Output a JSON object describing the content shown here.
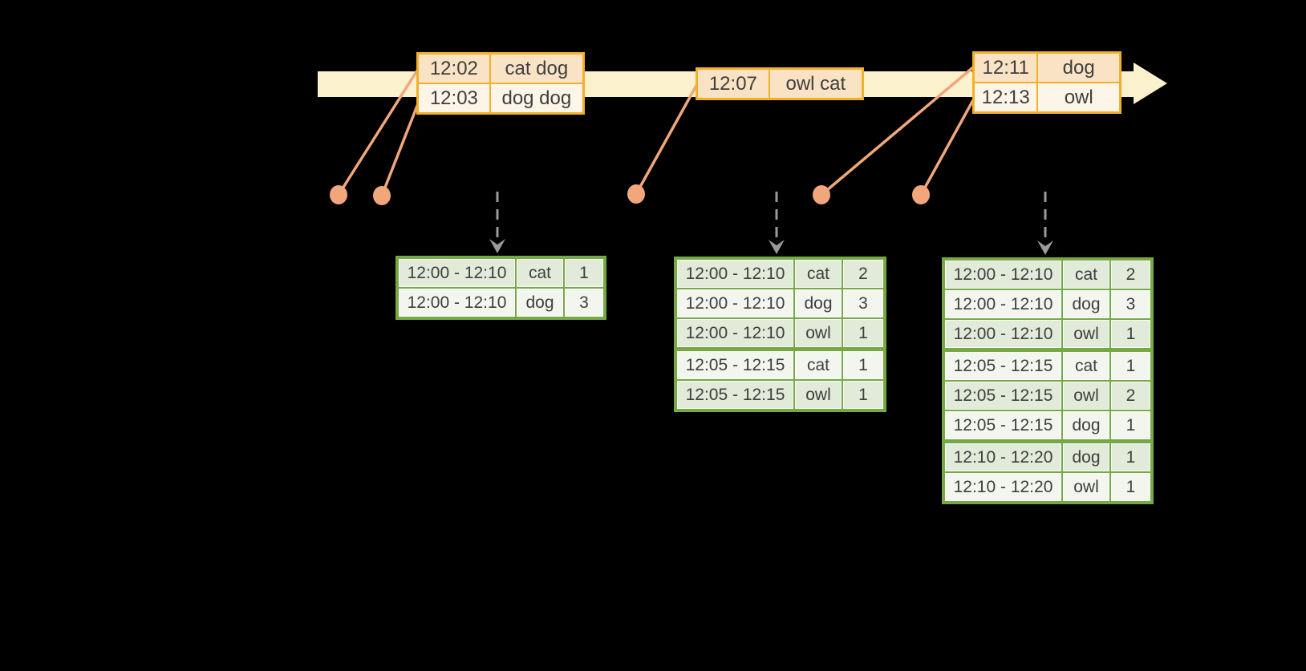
{
  "colors": {
    "background": "#000000",
    "timeline_band": "#FCF1CD",
    "event_table_border": "#F0B02A",
    "event_row_dark": "#FAE3C5",
    "event_row_light": "#FDF5E8",
    "marker_salmon": "#F1A77B",
    "dashed_arrow_gray": "#9A9A9A",
    "result_table_green": "#76A946",
    "result_row_dark": "#E2EAD9",
    "result_row_light": "#F3F6EF",
    "text": "#3E3E3E"
  },
  "events": [
    {
      "time": "12:02",
      "words": "cat dog"
    },
    {
      "time": "12:03",
      "words": "dog dog"
    },
    {
      "time": "12:07",
      "words": "owl cat"
    },
    {
      "time": "12:11",
      "words": "dog"
    },
    {
      "time": "12:13",
      "words": "owl"
    }
  ],
  "results": [
    {
      "rows": [
        [
          "12:00 - 12:10",
          "cat",
          "1"
        ],
        [
          "12:00 - 12:10",
          "dog",
          "3"
        ]
      ]
    },
    {
      "rows": [
        [
          "12:00 - 12:10",
          "cat",
          "2"
        ],
        [
          "12:00 - 12:10",
          "dog",
          "3"
        ],
        [
          "12:00 - 12:10",
          "owl",
          "1"
        ],
        [
          "12:05 - 12:15",
          "cat",
          "1"
        ],
        [
          "12:05 - 12:15",
          "owl",
          "1"
        ]
      ]
    },
    {
      "rows": [
        [
          "12:00 - 12:10",
          "cat",
          "2"
        ],
        [
          "12:00 - 12:10",
          "dog",
          "3"
        ],
        [
          "12:00 - 12:10",
          "owl",
          "1"
        ],
        [
          "12:05 - 12:15",
          "cat",
          "1"
        ],
        [
          "12:05 - 12:15",
          "owl",
          "2"
        ],
        [
          "12:05 - 12:15",
          "dog",
          "1"
        ],
        [
          "12:10 - 12:20",
          "dog",
          "1"
        ],
        [
          "12:10 - 12:20",
          "owl",
          "1"
        ]
      ]
    }
  ]
}
